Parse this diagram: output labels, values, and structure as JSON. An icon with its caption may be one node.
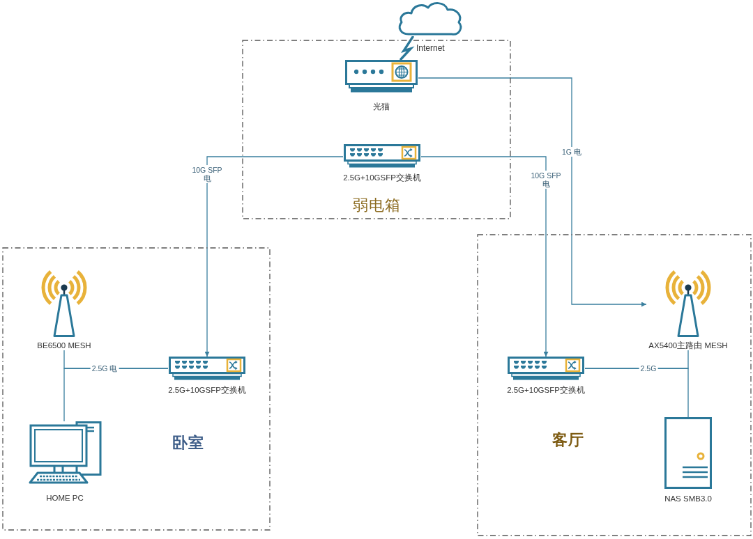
{
  "diagram": {
    "nodes": [
      {
        "text": [],
        "shape": "cloud",
        "beside": [
          "Internet"
        ]
      },
      {
        "text": [
          "弱电箱"
        ]
      },
      {
        "text": [
          "光猫"
        ],
        "in": 1
      },
      {
        "text": [
          "2.5G+10GSFP交换机"
        ],
        "in": 1
      },
      {
        "text": [
          "卧室"
        ]
      },
      {
        "text": [
          "BE6500 MESH"
        ],
        "in": 4
      },
      {
        "text": [
          "2.5G+10GSFP交换机"
        ],
        "in": 4
      },
      {
        "text": [
          "HOME PC"
        ],
        "in": 4
      },
      {
        "text": [
          "客厅"
        ]
      },
      {
        "text": [
          "AX5400主路由 MESH"
        ],
        "in": 8
      },
      {
        "text": [
          "2.5G+10GSFP交换机"
        ],
        "in": 8
      },
      {
        "text": [
          "NAS SMB3.0"
        ],
        "in": 8
      }
    ],
    "edges": [
      {
        "from": 0,
        "to": 2,
        "arrow": "none",
        "style": "thick"
      },
      {
        "from": 2,
        "to": 9,
        "arrow": "to",
        "label": "1G 电"
      },
      {
        "from": 3,
        "to": 6,
        "arrow": "to",
        "label": "10G SFP 电"
      },
      {
        "from": 3,
        "to": 10,
        "arrow": "to",
        "label": "10G SFP 电"
      },
      {
        "from": 6,
        "to": 5,
        "arrow": "none",
        "label": "2.5G 电"
      },
      {
        "from": 6,
        "to": 7,
        "arrow": "none"
      },
      {
        "from": 10,
        "to": 9,
        "arrow": "none",
        "label": "2.5G"
      },
      {
        "from": 10,
        "to": 11,
        "arrow": "none"
      }
    ]
  }
}
